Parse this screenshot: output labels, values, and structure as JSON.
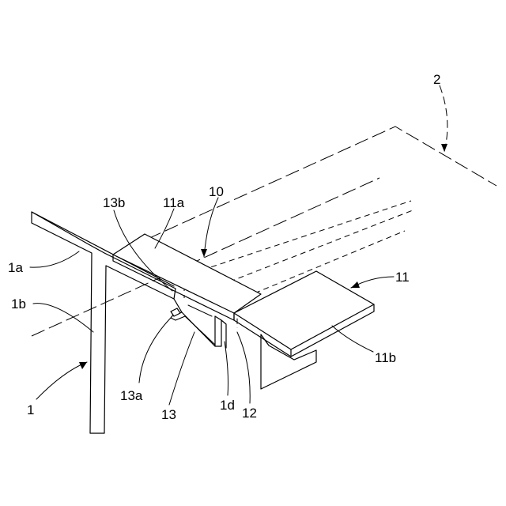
{
  "labels": {
    "l1": "1",
    "l1a": "1a",
    "l1b": "1b",
    "l1d": "1d",
    "l2": "2",
    "l10": "10",
    "l11": "11",
    "l11a": "11a",
    "l11b": "11b",
    "l12": "12",
    "l13": "13",
    "l13a": "13a",
    "l13b": "13b"
  }
}
